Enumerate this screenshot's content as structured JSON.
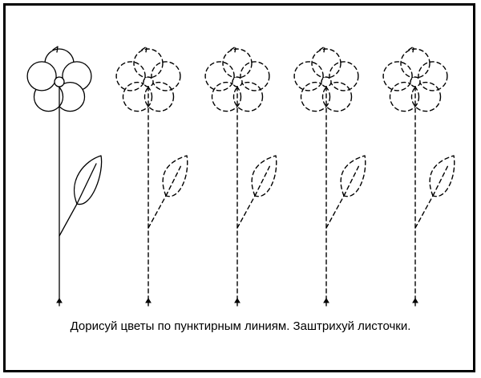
{
  "worksheet": {
    "instruction": "Дорисуй цветы по пунктирным линиям. Заштрихуй листочки.",
    "example_flower_count": 1,
    "tracing_flower_count": 4,
    "colors": {
      "ink": "#000000",
      "background": "#ffffff"
    },
    "icons": {
      "example": "flower-example-icon",
      "tracing": "flower-tracing-icon",
      "start_marker": "arrow-up-icon"
    }
  }
}
